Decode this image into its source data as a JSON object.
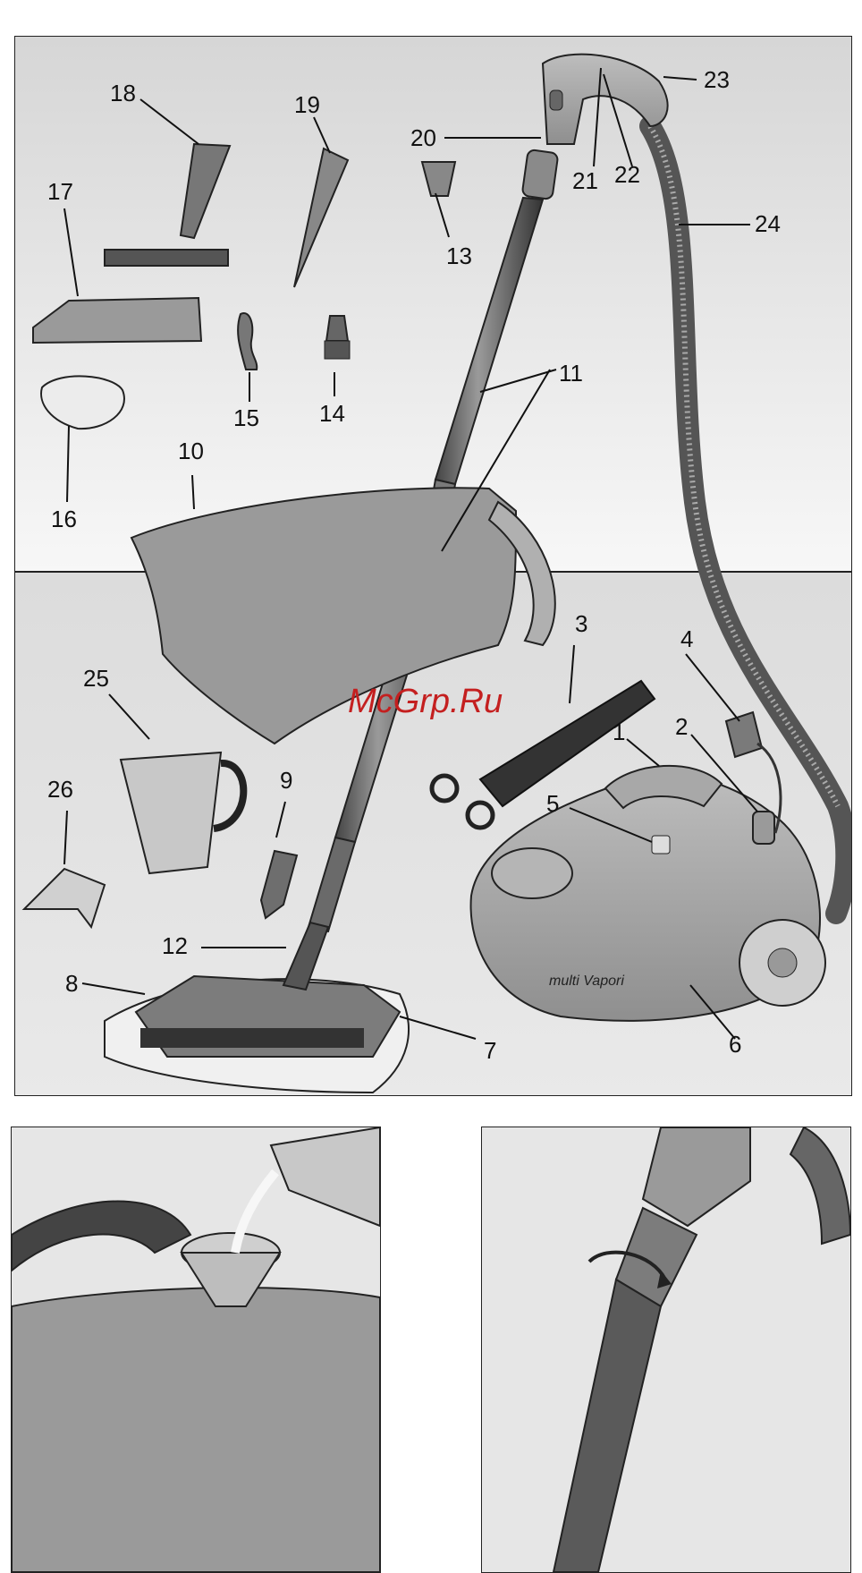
{
  "watermark": "McGrp.Ru",
  "product_label": "multi Vapori",
  "callouts": {
    "c1": "1",
    "c2": "2",
    "c3": "3",
    "c4": "4",
    "c5": "5",
    "c6": "6",
    "c7": "7",
    "c8": "8",
    "c9": "9",
    "c10": "10",
    "c11": "11",
    "c12": "12",
    "c13": "13",
    "c14": "14",
    "c15": "15",
    "c16": "16",
    "c17": "17",
    "c18": "18",
    "c19": "19",
    "c20": "20",
    "c21": "21",
    "c22": "22",
    "c23": "23",
    "c24": "24",
    "c25": "25",
    "c26": "26"
  },
  "colors": {
    "background_top": "#eeeeee",
    "floor": "#d8d8d8",
    "outline": "#222222",
    "watermark": "#c41f1f"
  }
}
